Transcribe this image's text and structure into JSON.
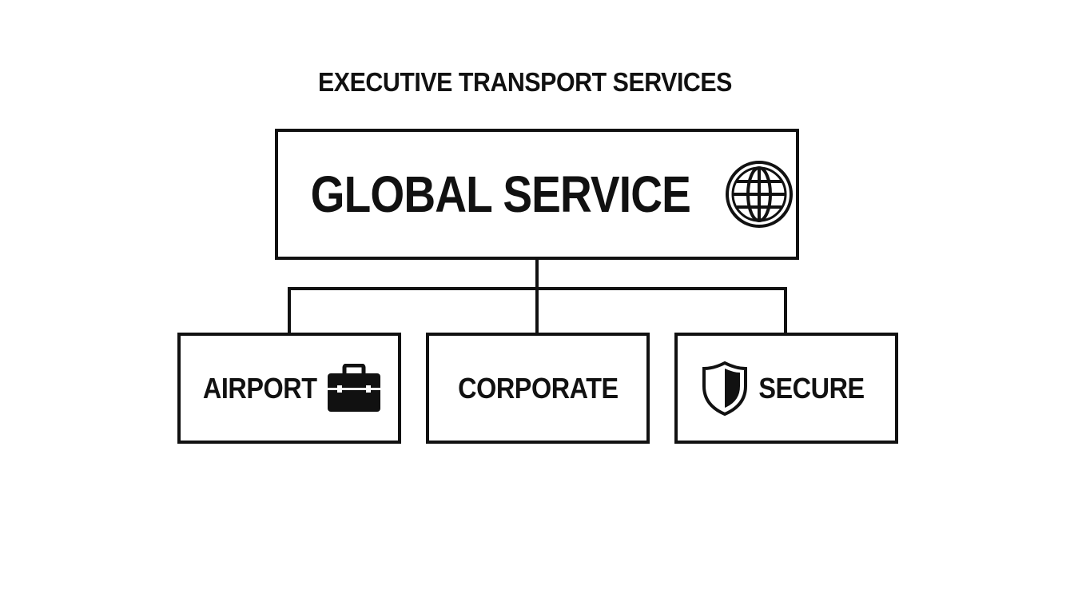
{
  "diagram": {
    "title": "EXECUTIVE TRANSPORT SERVICES",
    "root": {
      "label": "GLOBAL SERVICE",
      "icon": "globe-icon"
    },
    "children": [
      {
        "label": "AIRPORT",
        "icon": "briefcase-icon"
      },
      {
        "label": "CORPORATE",
        "icon": ""
      },
      {
        "label": "SECURE",
        "icon": "shield-icon"
      }
    ]
  },
  "colors": {
    "line": "#111111",
    "background": "#ffffff"
  }
}
